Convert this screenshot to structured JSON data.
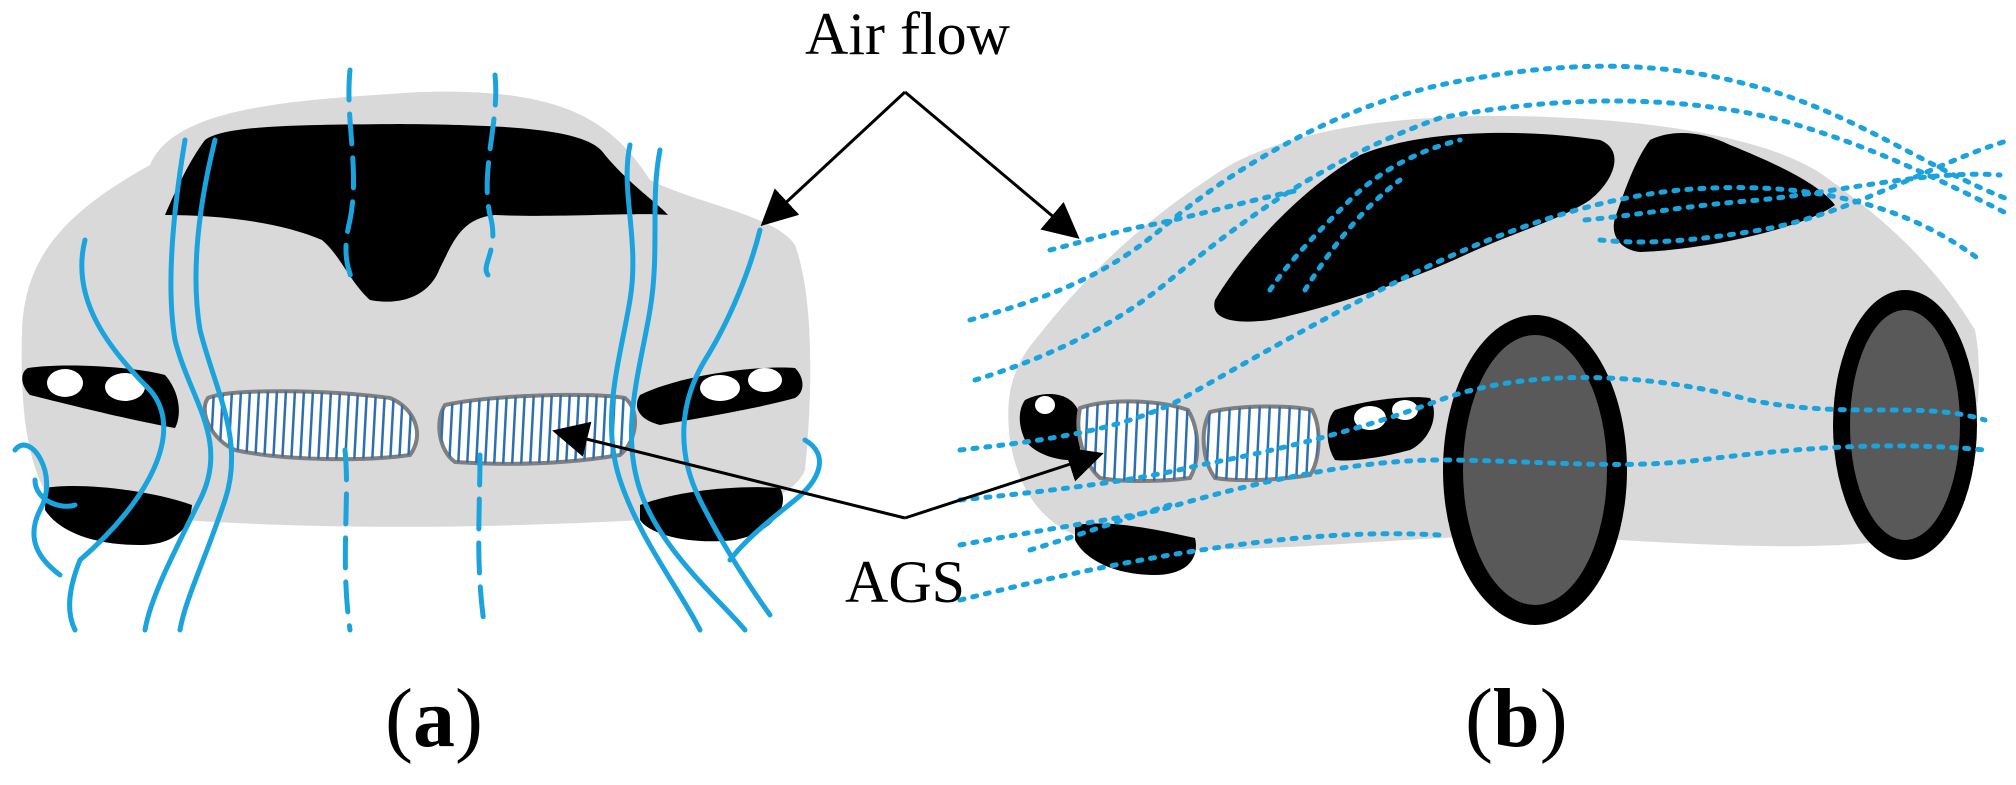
{
  "labels": {
    "air_flow": "Air flow",
    "ags": "AGS",
    "panel_a": "a",
    "panel_b": "b",
    "paren_open": "(",
    "paren_close": ")"
  },
  "colors": {
    "body": "#d9d9d9",
    "dark": "#000000",
    "wheel": "#595959",
    "airflow": "#1aa3dc",
    "grille_line": "#2e6fb0",
    "grille_outline": "#7f7f7f"
  }
}
